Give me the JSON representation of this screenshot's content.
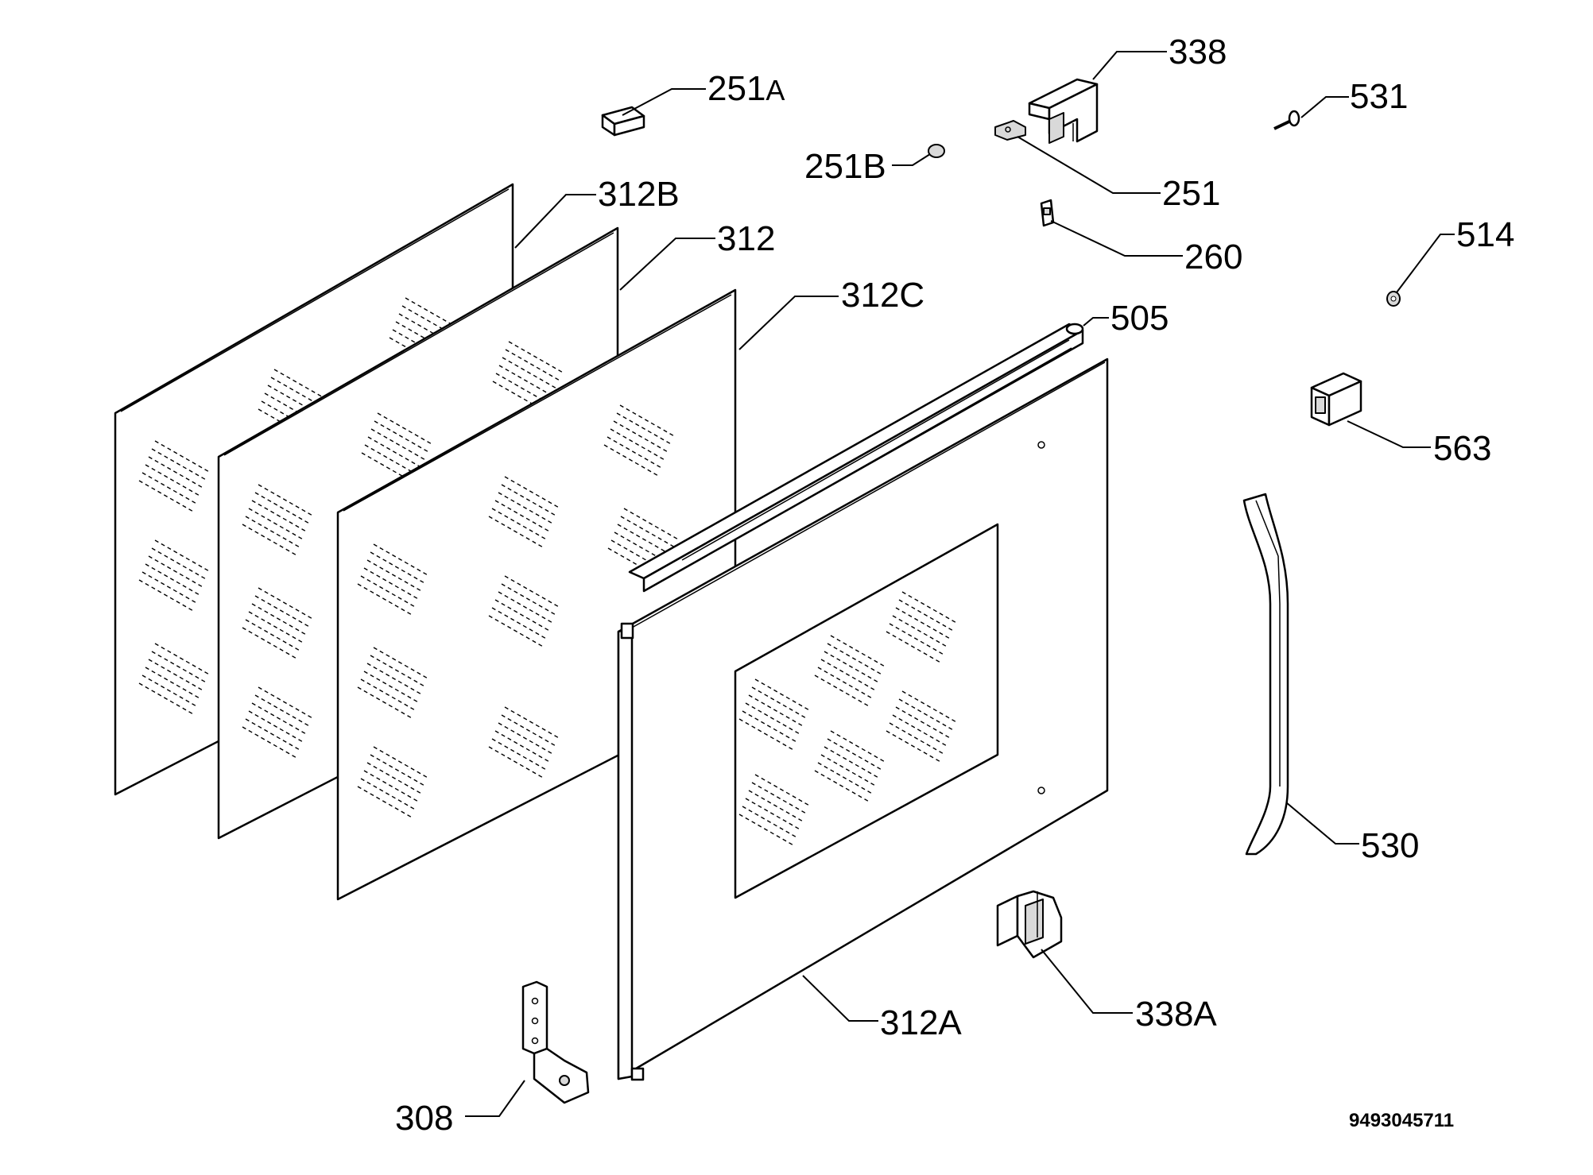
{
  "diagram": {
    "drawing_number": "9493045711",
    "labels": {
      "l338": "338",
      "l251A_num": "251",
      "l251A_suffix": "A",
      "l531": "531",
      "l251B": "251B",
      "l251": "251",
      "l312B": "312B",
      "l312": "312",
      "l260": "260",
      "l514": "514",
      "l312C": "312C",
      "l505": "505",
      "l563": "563",
      "l530": "530",
      "l338A": "338A",
      "l312A": "312A",
      "l308": "308"
    }
  }
}
